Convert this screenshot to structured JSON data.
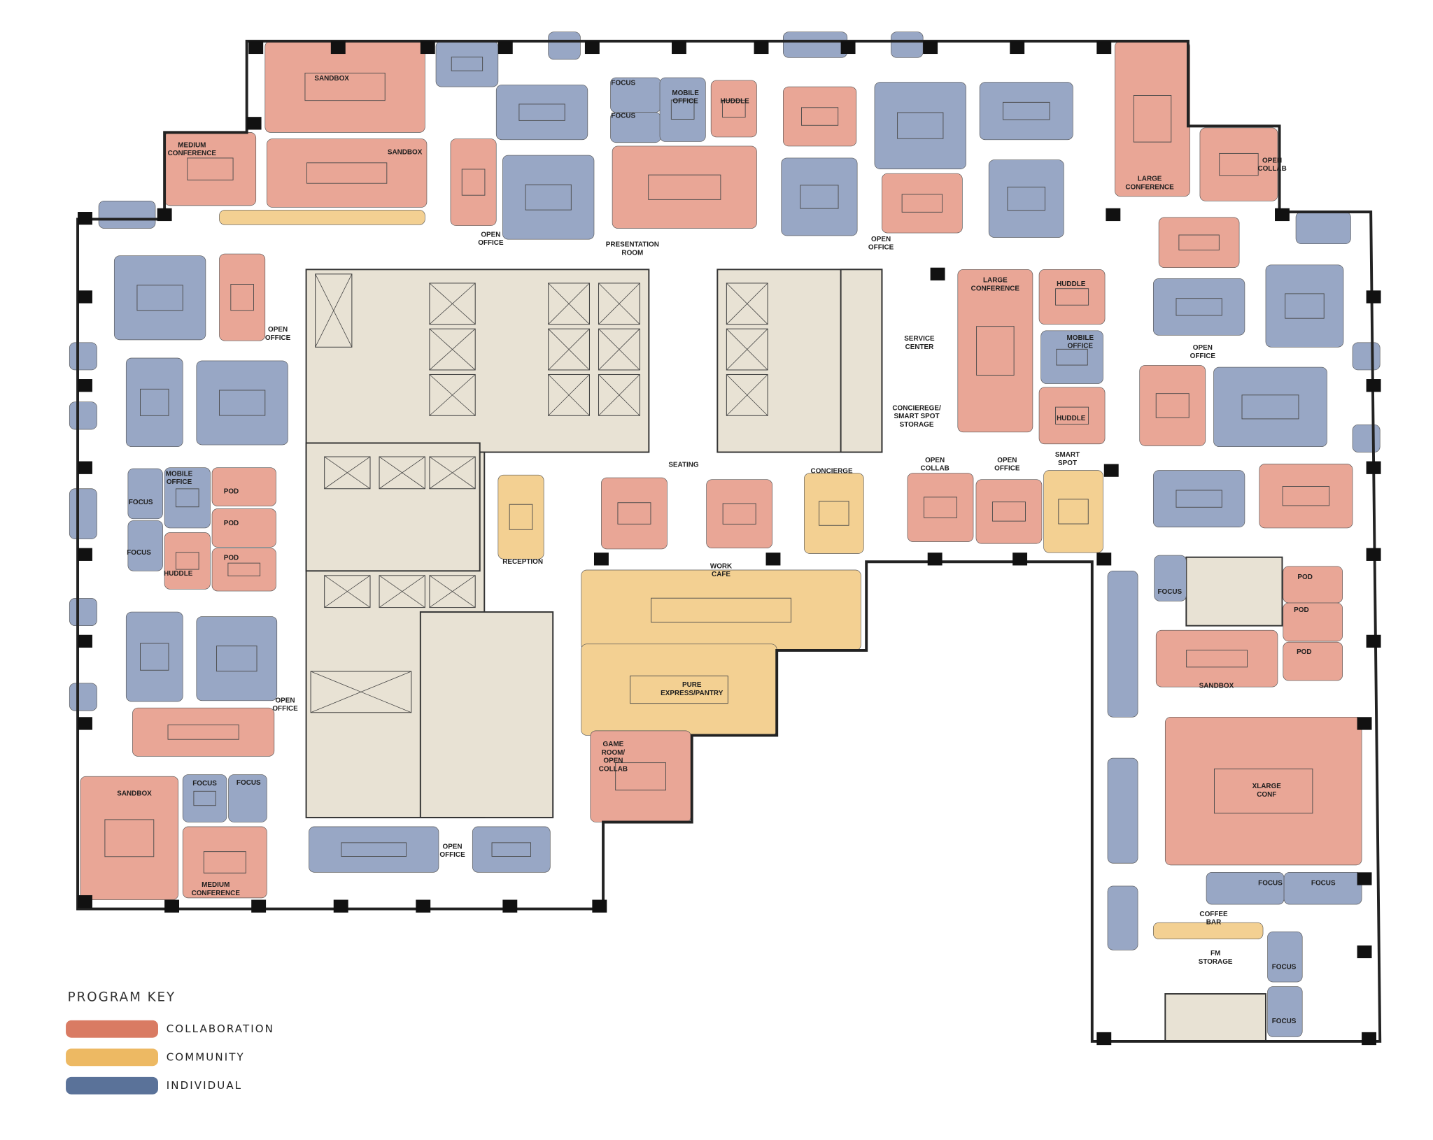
{
  "program_key": {
    "title": "PROGRAM KEY",
    "items": [
      {
        "label": "COLLABORATION",
        "color": "#d97b63"
      },
      {
        "label": "COMMUNITY",
        "color": "#edb963"
      },
      {
        "label": "INDIVIDUAL",
        "color": "#5a7299"
      }
    ]
  },
  "zone_colors": {
    "collaboration": "#e9a696",
    "community": "#f3d092",
    "individual": "#98a7c5",
    "core": "#e8e2d4"
  },
  "rooms": [
    {
      "program": "collaboration",
      "label": [
        "SANDBOX"
      ]
    },
    {
      "program": "collaboration",
      "label": [
        "MEDIUM",
        "CONFERENCE"
      ]
    },
    {
      "program": "collaboration",
      "label": [
        "SANDBOX"
      ]
    },
    {
      "program": "community",
      "label": []
    },
    {
      "program": "individual",
      "label": []
    },
    {
      "program": "individual",
      "label": []
    },
    {
      "program": "collaboration",
      "label": []
    },
    {
      "program": "individual",
      "label": [
        "OPEN",
        "OFFICE"
      ]
    },
    {
      "program": "individual",
      "label": [
        "FOCUS"
      ]
    },
    {
      "program": "individual",
      "label": [
        "FOCUS"
      ]
    },
    {
      "program": "individual",
      "label": [
        "MOBILE",
        "OFFICE"
      ]
    },
    {
      "program": "collaboration",
      "label": [
        "HUDDLE"
      ]
    },
    {
      "program": "collaboration",
      "label": [
        "PRESENTATION",
        "ROOM"
      ]
    },
    {
      "program": "collaboration",
      "label": []
    },
    {
      "program": "individual",
      "label": []
    },
    {
      "program": "individual",
      "label": []
    },
    {
      "program": "collaboration",
      "label": [
        "OPEN",
        "OFFICE"
      ]
    },
    {
      "program": "individual",
      "label": []
    },
    {
      "program": "individual",
      "label": []
    },
    {
      "program": "collaboration",
      "label": [
        "LARGE",
        "CONFERENCE"
      ]
    },
    {
      "program": "collaboration",
      "label": [
        "OPEN",
        "COLLAB"
      ]
    },
    {
      "program": "individual",
      "label": []
    },
    {
      "program": "collaboration",
      "label": []
    },
    {
      "program": "individual",
      "label": [
        "OPEN",
        "OFFICE"
      ]
    },
    {
      "program": "individual",
      "label": []
    },
    {
      "program": "collaboration",
      "label": []
    },
    {
      "program": "individual",
      "label": []
    },
    {
      "program": "individual",
      "label": []
    },
    {
      "program": "collaboration",
      "label": []
    },
    {
      "program": "collaboration",
      "label": [
        "LARGE",
        "CONFERENCE"
      ]
    },
    {
      "program": "collaboration",
      "label": [
        "HUDDLE"
      ]
    },
    {
      "program": "individual",
      "label": [
        "MOBILE",
        "OFFICE"
      ]
    },
    {
      "program": "collaboration",
      "label": [
        "HUDDLE"
      ]
    },
    {
      "program": "none",
      "label": [
        "SERVICE",
        "CENTER"
      ]
    },
    {
      "program": "none",
      "label": [
        "CONCIEREGE/",
        "SMART SPOT",
        "STORAGE"
      ]
    },
    {
      "program": "collaboration",
      "label": [
        "OPEN",
        "COLLAB"
      ]
    },
    {
      "program": "collaboration",
      "label": [
        "OPEN",
        "OFFICE"
      ]
    },
    {
      "program": "community",
      "label": [
        "SMART",
        "SPOT"
      ]
    },
    {
      "program": "community",
      "label": [
        "CONCIERGE"
      ]
    },
    {
      "program": "collaboration",
      "label": []
    },
    {
      "program": "collaboration",
      "label": [
        "SEATING"
      ]
    },
    {
      "program": "community",
      "label": [
        "RECEPTION"
      ]
    },
    {
      "program": "community",
      "label": [
        "WORK",
        "CAFE"
      ]
    },
    {
      "program": "community",
      "label": [
        "PURE",
        "EXPRESS/PANTRY"
      ]
    },
    {
      "program": "collaboration",
      "label": [
        "GAME",
        "ROOM/",
        "OPEN",
        "COLLAB"
      ]
    },
    {
      "program": "individual",
      "label": []
    },
    {
      "program": "collaboration",
      "label": [
        "OPEN",
        "OFFICE"
      ]
    },
    {
      "program": "individual",
      "label": []
    },
    {
      "program": "individual",
      "label": []
    },
    {
      "program": "individual",
      "label": [
        "FOCUS"
      ]
    },
    {
      "program": "individual",
      "label": [
        "FOCUS"
      ]
    },
    {
      "program": "individual",
      "label": [
        "MOBILE",
        "OFFICE"
      ]
    },
    {
      "program": "collaboration",
      "label": [
        "HUDDLE"
      ]
    },
    {
      "program": "collaboration",
      "label": [
        "POD"
      ]
    },
    {
      "program": "collaboration",
      "label": [
        "POD"
      ]
    },
    {
      "program": "collaboration",
      "label": [
        "POD"
      ]
    },
    {
      "program": "individual",
      "label": []
    },
    {
      "program": "individual",
      "label": [
        "OPEN",
        "OFFICE"
      ]
    },
    {
      "program": "collaboration",
      "label": []
    },
    {
      "program": "collaboration",
      "label": [
        "SANDBOX"
      ]
    },
    {
      "program": "individual",
      "label": [
        "FOCUS"
      ]
    },
    {
      "program": "individual",
      "label": [
        "FOCUS"
      ]
    },
    {
      "program": "collaboration",
      "label": [
        "MEDIUM",
        "CONFERENCE"
      ]
    },
    {
      "program": "individual",
      "label": [
        "OPEN",
        "OFFICE"
      ]
    },
    {
      "program": "individual",
      "label": []
    },
    {
      "program": "individual",
      "label": [
        "FOCUS"
      ]
    },
    {
      "program": "collaboration",
      "label": [
        "POD"
      ]
    },
    {
      "program": "collaboration",
      "label": [
        "POD"
      ]
    },
    {
      "program": "collaboration",
      "label": [
        "POD"
      ]
    },
    {
      "program": "collaboration",
      "label": [
        "SANDBOX"
      ]
    },
    {
      "program": "collaboration",
      "label": [
        "XLARGE",
        "CONF"
      ]
    },
    {
      "program": "individual",
      "label": [
        "FOCUS"
      ]
    },
    {
      "program": "individual",
      "label": [
        "FOCUS"
      ]
    },
    {
      "program": "community",
      "label": [
        "COFFEE",
        "BAR"
      ]
    },
    {
      "program": "none",
      "label": [
        "FM",
        "STORAGE"
      ]
    },
    {
      "program": "individual",
      "label": [
        "FOCUS"
      ]
    },
    {
      "program": "individual",
      "label": [
        "FOCUS"
      ]
    },
    {
      "program": "individual",
      "label": []
    },
    {
      "program": "individual",
      "label": []
    },
    {
      "program": "individual",
      "label": []
    },
    {
      "program": "individual",
      "label": []
    },
    {
      "program": "individual",
      "label": []
    },
    {
      "program": "individual",
      "label": []
    },
    {
      "program": "individual",
      "label": []
    },
    {
      "program": "individual",
      "label": []
    },
    {
      "program": "individual",
      "label": []
    },
    {
      "program": "individual",
      "label": []
    },
    {
      "program": "individual",
      "label": []
    },
    {
      "program": "individual",
      "label": []
    },
    {
      "program": "individual",
      "label": []
    },
    {
      "program": "individual",
      "label": []
    }
  ]
}
